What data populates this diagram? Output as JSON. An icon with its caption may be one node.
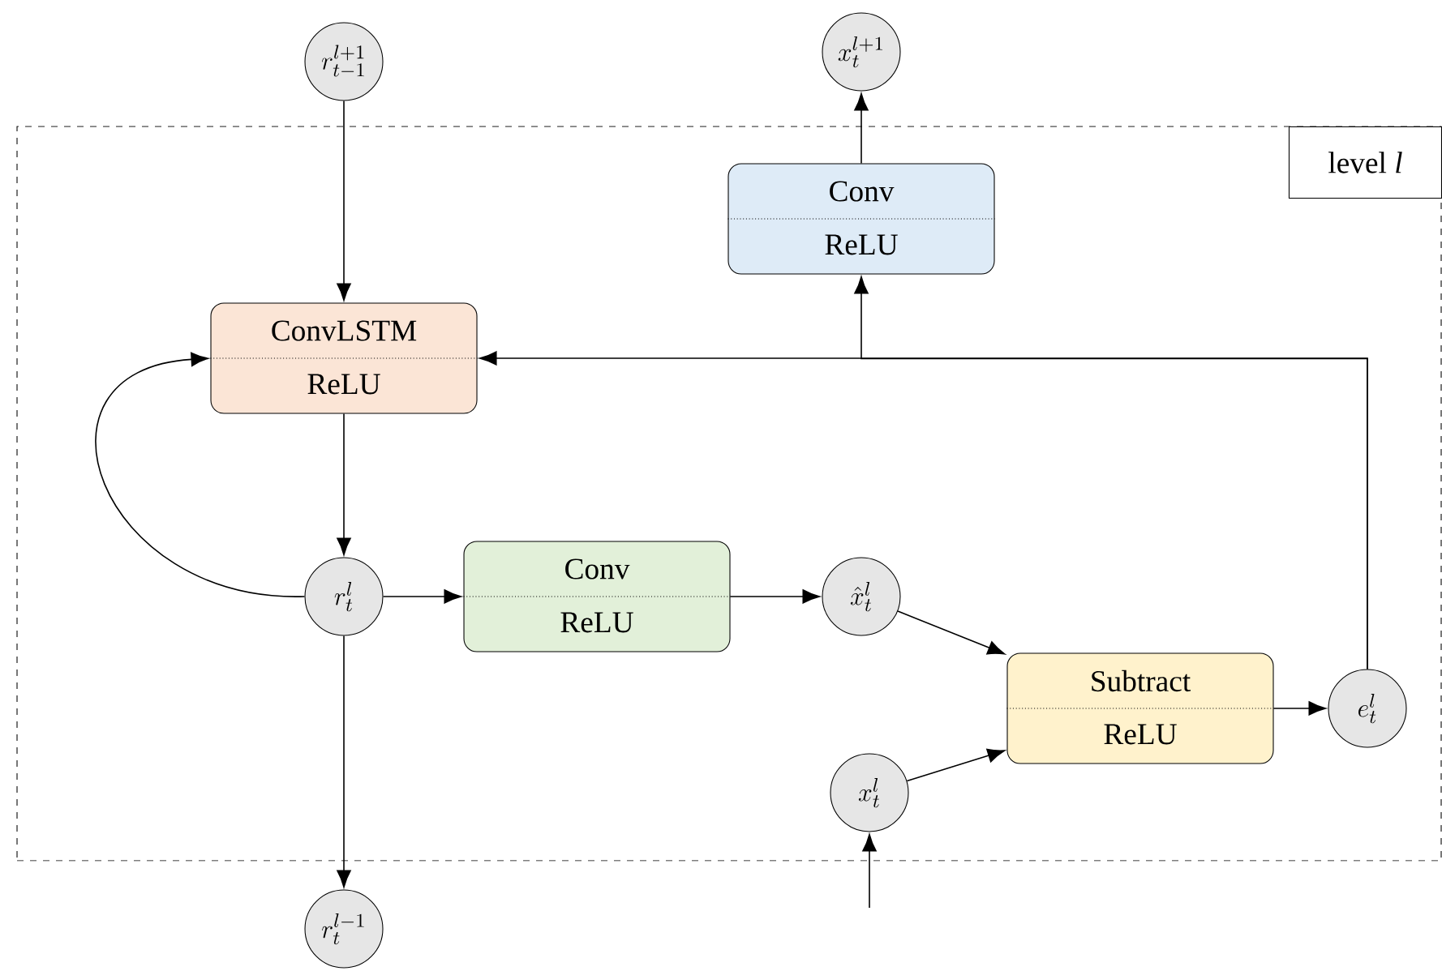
{
  "diagram": {
    "nodes": [
      {
        "text": [
          "level *l*"
        ]
      },
      {
        "text": [
          "r_{t-1}^{l+1}"
        ]
      },
      {
        "text": [
          "x_t^{l+1}"
        ]
      },
      {
        "text": [
          "Conv",
          "ReLU"
        ],
        "in": 0
      },
      {
        "text": [
          "ConvLSTM",
          "ReLU"
        ],
        "in": 0
      },
      {
        "text": [
          "r_t^l"
        ],
        "in": 0
      },
      {
        "text": [
          "Conv",
          "ReLU"
        ],
        "in": 0
      },
      {
        "text": [
          "\\hat{x}_t^l"
        ],
        "in": 0
      },
      {
        "text": [
          "Subtract",
          "ReLU"
        ],
        "in": 0
      },
      {
        "text": [
          "e_t^l"
        ],
        "in": 0
      },
      {
        "text": [
          "x_t^l"
        ],
        "in": 0
      },
      {
        "text": [
          "r_t^{l-1}"
        ]
      }
    ],
    "edges": [
      {
        "from": 1,
        "to": 4,
        "arrow": "to"
      },
      {
        "from": 3,
        "to": 2,
        "arrow": "to"
      },
      {
        "from": 9,
        "to": 4,
        "arrow": "to"
      },
      {
        "from": 9,
        "to": 3,
        "arrow": "to"
      },
      {
        "from": 4,
        "to": 5,
        "arrow": "to"
      },
      {
        "from": 5,
        "to": 4,
        "arrow": "to"
      },
      {
        "from": 5,
        "to": 6,
        "arrow": "to"
      },
      {
        "from": 6,
        "to": 7,
        "arrow": "to"
      },
      {
        "from": 7,
        "to": 8,
        "arrow": "to"
      },
      {
        "from": 10,
        "to": 8,
        "arrow": "to"
      },
      {
        "from": 8,
        "to": 9,
        "arrow": "to"
      },
      {
        "from": 5,
        "to": 11,
        "arrow": "to"
      },
      {
        "from": null,
        "to": 10,
        "arrow": "to"
      }
    ]
  }
}
